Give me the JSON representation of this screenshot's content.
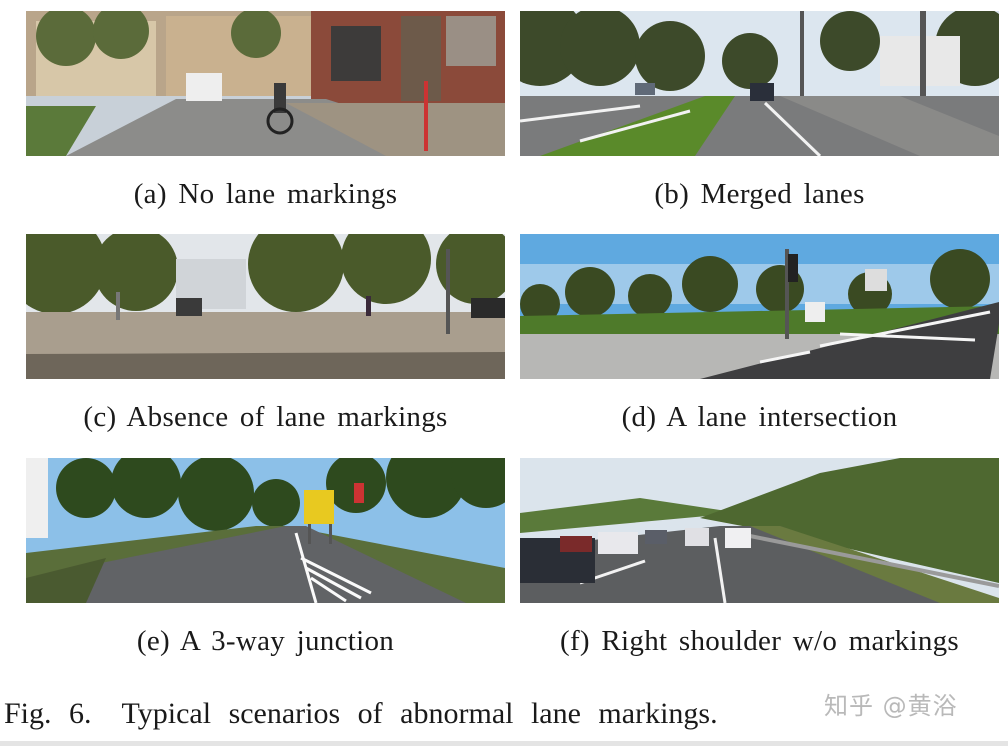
{
  "figure": {
    "label": "Fig. 6.",
    "caption": "Typical scenarios of abnormal lane markings."
  },
  "panels": [
    {
      "id": "a",
      "caption": "(a) No lane markings"
    },
    {
      "id": "b",
      "caption": "(b) Merged lanes"
    },
    {
      "id": "c",
      "caption": "(c) Absence of lane markings"
    },
    {
      "id": "d",
      "caption": "(d) A lane intersection"
    },
    {
      "id": "e",
      "caption": "(e) A 3-way junction"
    },
    {
      "id": "f",
      "caption": "(f) Right shoulder w/o markings"
    }
  ],
  "watermark": "知乎 @黄浴"
}
